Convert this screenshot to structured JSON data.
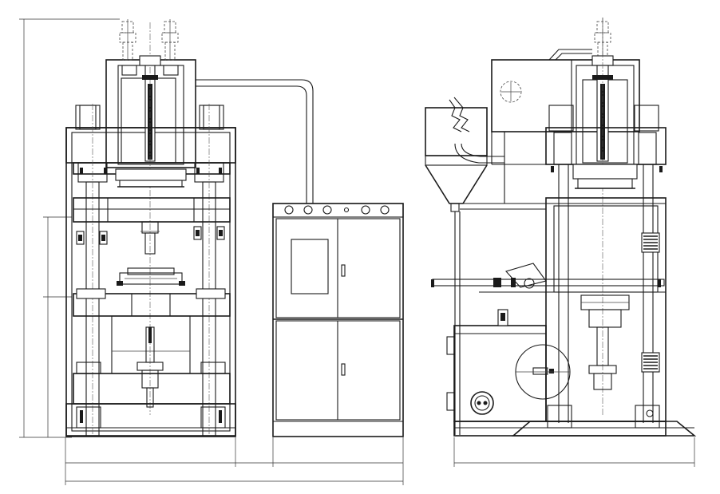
{
  "drawing": {
    "views": [
      {
        "name": "front-elevation"
      },
      {
        "name": "control-cabinet"
      },
      {
        "name": "side-elevation"
      }
    ],
    "control_panel_indicators": 6,
    "colors": {
      "line": "#1a1a1a",
      "background": "#ffffff"
    }
  }
}
